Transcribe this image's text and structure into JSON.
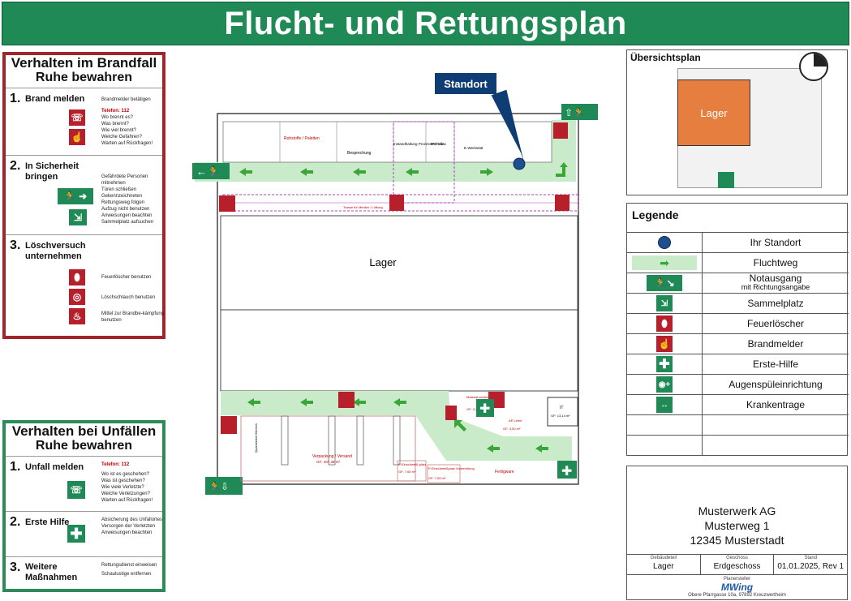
{
  "title": "Flucht- und Rettungsplan",
  "fire": {
    "heading1": "Verhalten im Brandfall",
    "heading2": "Ruhe bewahren",
    "steps": [
      {
        "num": "1.",
        "title": "Brand melden",
        "lines": [
          "Brandmelder betätigen",
          "Telefon: 112",
          "Wo brennt es?",
          "Was brennt?",
          "Wie viel brennt?",
          "Welche Gefahren?",
          "Warten auf Rückfragen!"
        ]
      },
      {
        "num": "2.",
        "title": "In Sicherheit bringen",
        "lines": [
          "Gefährdete Personen mitnehmen",
          "Türen schließen",
          "Gekennzeichneten Rettungsweg folgen",
          "Aufzug nicht benutzen",
          "Anweisungen beachten",
          "Sammelplatz aufsuchen"
        ]
      },
      {
        "num": "3.",
        "title": "Löschversuch unternehmen",
        "lines": [
          "Feuerlöscher benutzen",
          "Löschschlauch benutzen",
          "Mittel zur Brandbe-kämpfung benutzen"
        ]
      }
    ]
  },
  "accident": {
    "heading1": "Verhalten bei Unfällen",
    "heading2": "Ruhe bewahren",
    "steps": [
      {
        "num": "1.",
        "title": "Unfall melden",
        "lines": [
          "Telefon: 112",
          "Wo ist es geschehen?",
          "Was ist geschehen?",
          "Wie viele Verletzte?",
          "Welche Verletzungen?",
          "Warten auf Rückfragen!"
        ]
      },
      {
        "num": "2.",
        "title": "Erste Hilfe",
        "lines": [
          "Absicherung des Unfallortes",
          "Versorgen der Verletzten",
          "Anweisungen beachten"
        ]
      },
      {
        "num": "3.",
        "title": "Weitere Maßnahmen",
        "lines": [
          "Rettungsdienst einweisen",
          "Schaulustige entfernen"
        ]
      }
    ]
  },
  "plan": {
    "standort": "Standort",
    "rooms": {
      "lager": "Lager",
      "rohstoffe": "Rohstoffe / Paletten",
      "besprechung": "Besprechung",
      "instandhaltung": "Instandhaltung Prozesstechnik",
      "ipc": "IPC Vista",
      "ewerkstatt": "E-Werkstatt",
      "trasse": "Trasse für Medien / Lüftung",
      "verpackung": "Verpackung / Versand",
      "verpackung_gf": "GF: 407,38 m²",
      "p1": "P-Einschweiß-platz",
      "p1_gf": "GF: 7,65 m²",
      "p2": "P-Einschweißplatz Vorbereitung",
      "p2_gf": "GF: 7,65 m²",
      "material": "Material-schleuse",
      "material_gf": "GF: 11,",
      "ap": "AP Lehm",
      "ap_gf": "GF: 3,50 m²",
      "it": "IT",
      "it_gf": "GF: 13,14 m²",
      "fertigware": "Fertigware",
      "quarantaene": "Quarantäne Bereich"
    }
  },
  "overview": {
    "title": "Übersichtsplan",
    "building": "Lager"
  },
  "legend": {
    "title": "Legende",
    "rows": [
      {
        "icon": "standort-dot-icon",
        "label": "Ihr Standort"
      },
      {
        "icon": "escape-route-arrow-icon",
        "label": "Fluchtweg"
      },
      {
        "icon": "emergency-exit-icon",
        "label": "Notausgang",
        "sub": "mit Richtungsangabe"
      },
      {
        "icon": "assembly-point-icon",
        "label": "Sammelplatz"
      },
      {
        "icon": "fire-extinguisher-icon",
        "label": "Feuerlöscher"
      },
      {
        "icon": "fire-alarm-icon",
        "label": "Brandmelder"
      },
      {
        "icon": "first-aid-icon",
        "label": "Erste-Hilfe"
      },
      {
        "icon": "eye-wash-icon",
        "label": "Augenspüleinrichtung"
      },
      {
        "icon": "stretcher-icon",
        "label": "Krankentrage"
      },
      {
        "icon": "",
        "label": ""
      },
      {
        "icon": "",
        "label": ""
      }
    ]
  },
  "titleblock": {
    "company": "Musterwerk AG",
    "street": "Musterweg 1",
    "city": "12345 Musterstadt",
    "building_label": "Gebäudeteil",
    "building": "Lager",
    "floor_label": "Geschoss",
    "floor": "Erdgeschoss",
    "status_label": "Stand",
    "status": "01.01.2025, Rev 1",
    "planner_label": "Planersteller",
    "planner_logo": "MWing",
    "planner_address": "Obere Pfarrgasse 10a, 97892 Kreuzwertheim"
  },
  "colors": {
    "green": "#1f8a55",
    "red": "#b7202a",
    "route": "#c9ebc9",
    "marker": "#0d3d73"
  }
}
